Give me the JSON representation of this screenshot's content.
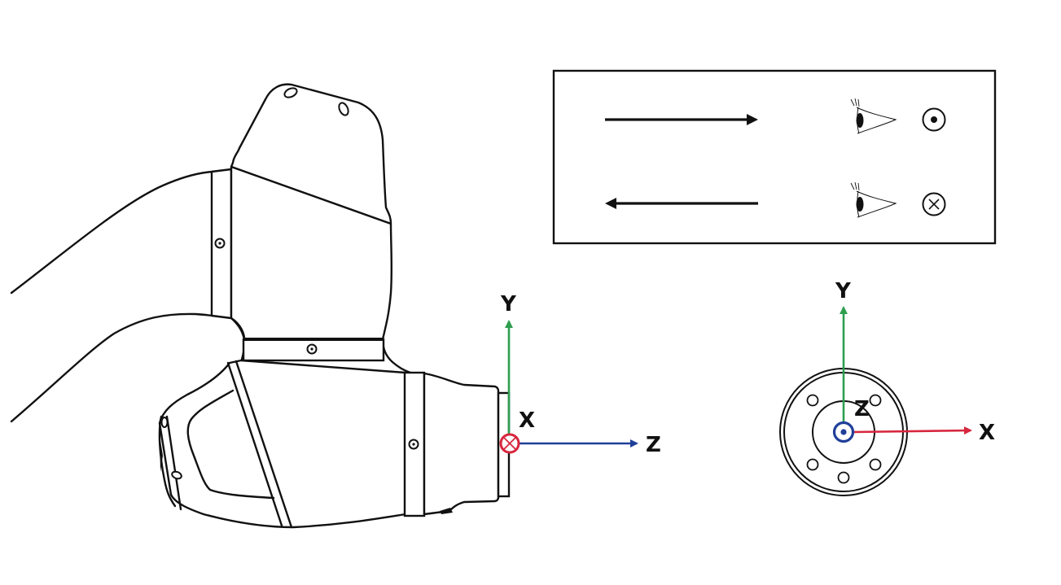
{
  "diagram": {
    "title": "Robot tool flange coordinate system",
    "colors": {
      "x_axis": "#d7263d",
      "y_axis": "#2e9e4f",
      "z_axis": "#1f3f99",
      "line": "#111111",
      "background": "#ffffff"
    },
    "side_view": {
      "description": "Side view of robot wrist with tool frame",
      "axes": [
        {
          "name": "Y",
          "label": "Y",
          "direction": "up",
          "color": "#2e9e4f"
        },
        {
          "name": "Z",
          "label": "Z",
          "direction": "right",
          "color": "#1f3f99"
        },
        {
          "name": "X",
          "label": "X",
          "direction": "into-page",
          "symbol": "cross-circle",
          "color": "#d7263d"
        }
      ]
    },
    "front_view": {
      "description": "Front view of tool flange face",
      "axes": [
        {
          "name": "Y",
          "label": "Y",
          "direction": "up",
          "color": "#2e9e4f"
        },
        {
          "name": "X",
          "label": "X",
          "direction": "right",
          "color": "#d7263d"
        },
        {
          "name": "Z",
          "label": "Z",
          "direction": "out-of-page",
          "symbol": "dot-circle",
          "color": "#1f3f99"
        }
      ],
      "bolt_holes": 6
    },
    "legend": {
      "rows": [
        {
          "arrow": "right-arrow",
          "viewer": "eye-icon",
          "symbol": "dot-circle-icon",
          "meaning": "arrow pointing toward viewer"
        },
        {
          "arrow": "left-arrow",
          "viewer": "eye-icon",
          "symbol": "cross-circle-icon",
          "meaning": "arrow pointing away from viewer"
        }
      ]
    }
  },
  "labels": {
    "side_y": "Y",
    "side_x": "X",
    "side_z": "Z",
    "front_y": "Y",
    "front_x": "X",
    "front_z": "Z"
  }
}
